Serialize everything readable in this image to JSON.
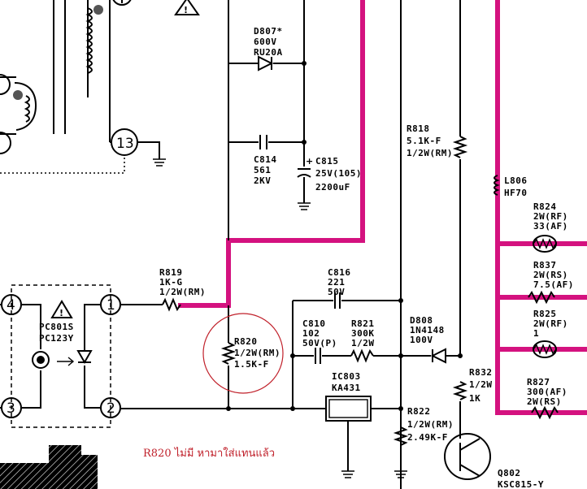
{
  "components": {
    "d807": {
      "ref": "D807*",
      "v": "600V",
      "part": "RU20A"
    },
    "c814": {
      "ref": "C814",
      "val": "561",
      "v": "2KV"
    },
    "c815": {
      "ref": "C815",
      "v": "25V(105)",
      "val": "2200uF"
    },
    "r818": {
      "ref": "R818",
      "val": "5.1K-F",
      "rating": "1/2W(RM)"
    },
    "l806": {
      "ref": "L806",
      "val": "HF70"
    },
    "r824": {
      "ref": "R824",
      "rating": "2W(RF)",
      "val": "33(AF)"
    },
    "r837": {
      "ref": "R837",
      "rating": "2W(RS)",
      "val": "7.5(AF)"
    },
    "r825": {
      "ref": "R825",
      "rating": "2W(RF)",
      "val": "1"
    },
    "r827": {
      "ref": "R827",
      "val": "300(AF)",
      "rating": "2W(RS)"
    },
    "r819": {
      "ref": "R819",
      "val": "1K-G",
      "rating": "1/2W(RM)"
    },
    "c816": {
      "ref": "C816",
      "val": "221",
      "v": "50V"
    },
    "c810": {
      "ref": "C810",
      "val": "102",
      "v": "50V(P)"
    },
    "r821": {
      "ref": "R821",
      "val": "300K",
      "rating": "1/2W"
    },
    "d808": {
      "ref": "D808",
      "part": "1N4148",
      "v": "100V"
    },
    "r820": {
      "ref": "R820",
      "rating": "1/2W(RM)",
      "val": "1.5K-F"
    },
    "ic803": {
      "ref": "IC803",
      "part": "KA431"
    },
    "r822": {
      "ref": "R822",
      "rating": "1/2W(RM)",
      "val": "2.49K-F"
    },
    "r832": {
      "ref": "R832",
      "rating": "1/2W",
      "val": "1K"
    },
    "pc801": {
      "ref1": "PC801S",
      "ref2": "PC123Y"
    },
    "q802": {
      "ref": "Q802",
      "part": "KSC815-Y"
    }
  },
  "pins": {
    "p13": "13",
    "p4": "4",
    "p3": "3",
    "p1": "1",
    "p2": "2"
  },
  "warning": "!",
  "annotation": "R820 ไม่มี หามาใส่แทนแล้ว",
  "colors": {
    "highlight_trace": "#d4127f",
    "annotation": "#c0202a"
  }
}
